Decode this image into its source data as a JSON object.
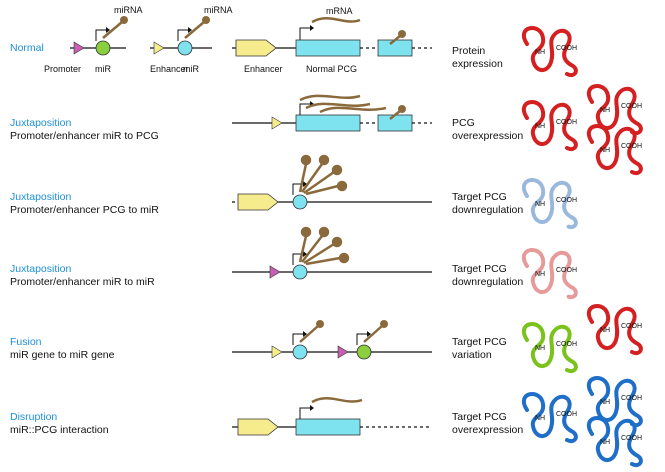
{
  "labels": {
    "mirna": "miRNA",
    "mrna": "mRNA",
    "promoter": "Promoter",
    "mir": "miR",
    "enhancer": "Enhancer",
    "normal_pcg": "Normal PCG",
    "nh2": "NH",
    "nh2_sub": "2",
    "cooh": "COOH"
  },
  "rows": [
    {
      "title": "Normal",
      "subtitle": "",
      "outcome_line1": "Protein",
      "outcome_line2": "expression"
    },
    {
      "title": "Juxtaposition",
      "subtitle": "Promoter/enhancer miR to PCG",
      "outcome_line1": "PCG",
      "outcome_line2": "overexpression"
    },
    {
      "title": "Juxtaposition",
      "subtitle": "Promoter/enhancer PCG to miR",
      "outcome_line1": "Target PCG",
      "outcome_line2": "downregulation"
    },
    {
      "title": "Juxtaposition",
      "subtitle": "Promoter/enhancer miR to miR",
      "outcome_line1": "Target PCG",
      "outcome_line2": "downregulation"
    },
    {
      "title": "Fusion",
      "subtitle": "miR gene to miR gene",
      "outcome_line1": "Target PCG",
      "outcome_line2": "variation"
    },
    {
      "title": "Disruption",
      "subtitle": "miR::PCG interaction",
      "outcome_line1": "Target PCG",
      "outcome_line2": "overexpression"
    }
  ],
  "colors": {
    "title_blue": "#1f8fd6",
    "promoter": "#c85fb4",
    "enhancer": "#f6ec8e",
    "mir_green": "#8ccf3e",
    "mir_cyan": "#7fe3ef",
    "pcg": "#7fe3ef",
    "mirna": "#8a6a3c",
    "protein_red": "#d42020",
    "protein_green": "#7cc21c",
    "protein_blue": "#1f6fc8",
    "protein_faded_blue": "#9ab8dc",
    "protein_faded_red": "#e69a9a"
  }
}
